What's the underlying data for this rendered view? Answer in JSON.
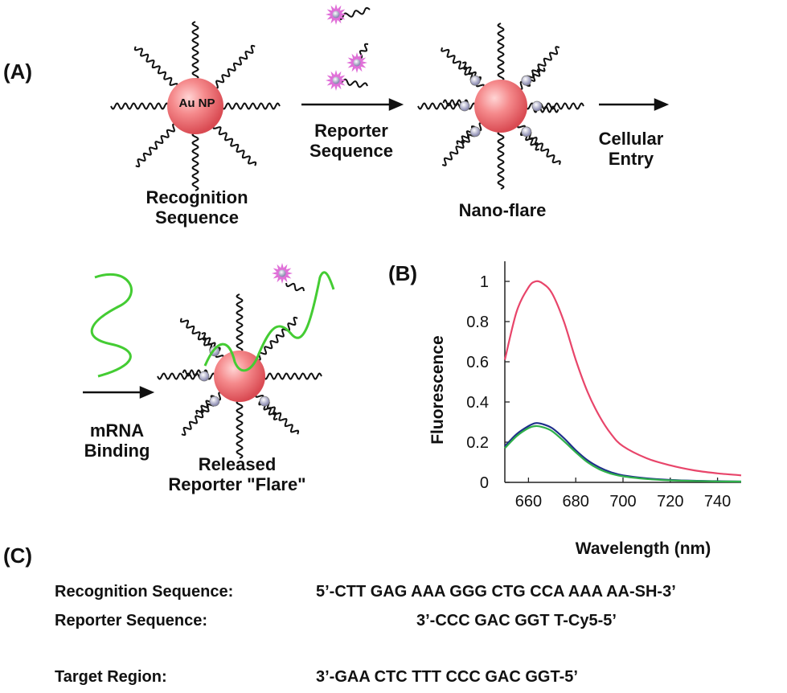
{
  "panels": {
    "a": "(A)",
    "b": "(B)",
    "c": "(C)"
  },
  "diagram": {
    "np_label": "Au NP",
    "recognition_label_1": "Recognition",
    "recognition_label_2": "Sequence",
    "reporter_label_1": "Reporter",
    "reporter_label_2": "Sequence",
    "nanoflare_label": "Nano-flare",
    "cellular_label_1": "Cellular",
    "cellular_label_2": "Entry",
    "mrna_label_1": "mRNA",
    "mrna_label_2": "Binding",
    "released_label_1": "Released",
    "released_label_2": "Reporter \"Flare\""
  },
  "colors": {
    "gold_np": "#ee6a6e",
    "mrna": "#44cc33",
    "fluorophore": "#e070d8",
    "quencher": "#a8a8c8"
  },
  "chart_data": {
    "type": "line",
    "xlabel": "Wavelength (nm)",
    "ylabel": "Fluorescence",
    "xlim": [
      650,
      750
    ],
    "ylim": [
      0,
      1.0
    ],
    "x_ticks": [
      660,
      680,
      700,
      720,
      740
    ],
    "y_ticks": [
      0,
      0.2,
      0.4,
      0.6,
      0.8,
      1
    ],
    "x": [
      650,
      655,
      660,
      663,
      666,
      670,
      675,
      680,
      685,
      690,
      695,
      700,
      710,
      720,
      730,
      740,
      750
    ],
    "series": [
      {
        "color": "#e8456a",
        "values": [
          0.61,
          0.85,
          0.97,
          1.0,
          0.99,
          0.94,
          0.8,
          0.61,
          0.45,
          0.33,
          0.24,
          0.18,
          0.12,
          0.085,
          0.06,
          0.045,
          0.035
        ]
      },
      {
        "color": "#1e2f8a",
        "values": [
          0.18,
          0.24,
          0.28,
          0.295,
          0.29,
          0.27,
          0.22,
          0.16,
          0.11,
          0.075,
          0.05,
          0.035,
          0.02,
          0.012,
          0.008,
          0.006,
          0.004
        ]
      },
      {
        "color": "#2fb04a",
        "values": [
          0.17,
          0.23,
          0.27,
          0.28,
          0.275,
          0.255,
          0.205,
          0.15,
          0.1,
          0.065,
          0.043,
          0.03,
          0.017,
          0.01,
          0.007,
          0.005,
          0.004
        ]
      }
    ]
  },
  "sequences": {
    "rows": [
      {
        "name": "Recognition Sequence:",
        "seq": "5’-CTT GAG AAA GGG CTG CCA AAA AA-SH-3’"
      },
      {
        "name": "Reporter Sequence:",
        "seq": "3’-CCC GAC GGT T-Cy5-5’"
      },
      {
        "name": "Target Region:",
        "seq": "3’-GAA CTC TTT CCC GAC GGT-5’"
      }
    ]
  }
}
